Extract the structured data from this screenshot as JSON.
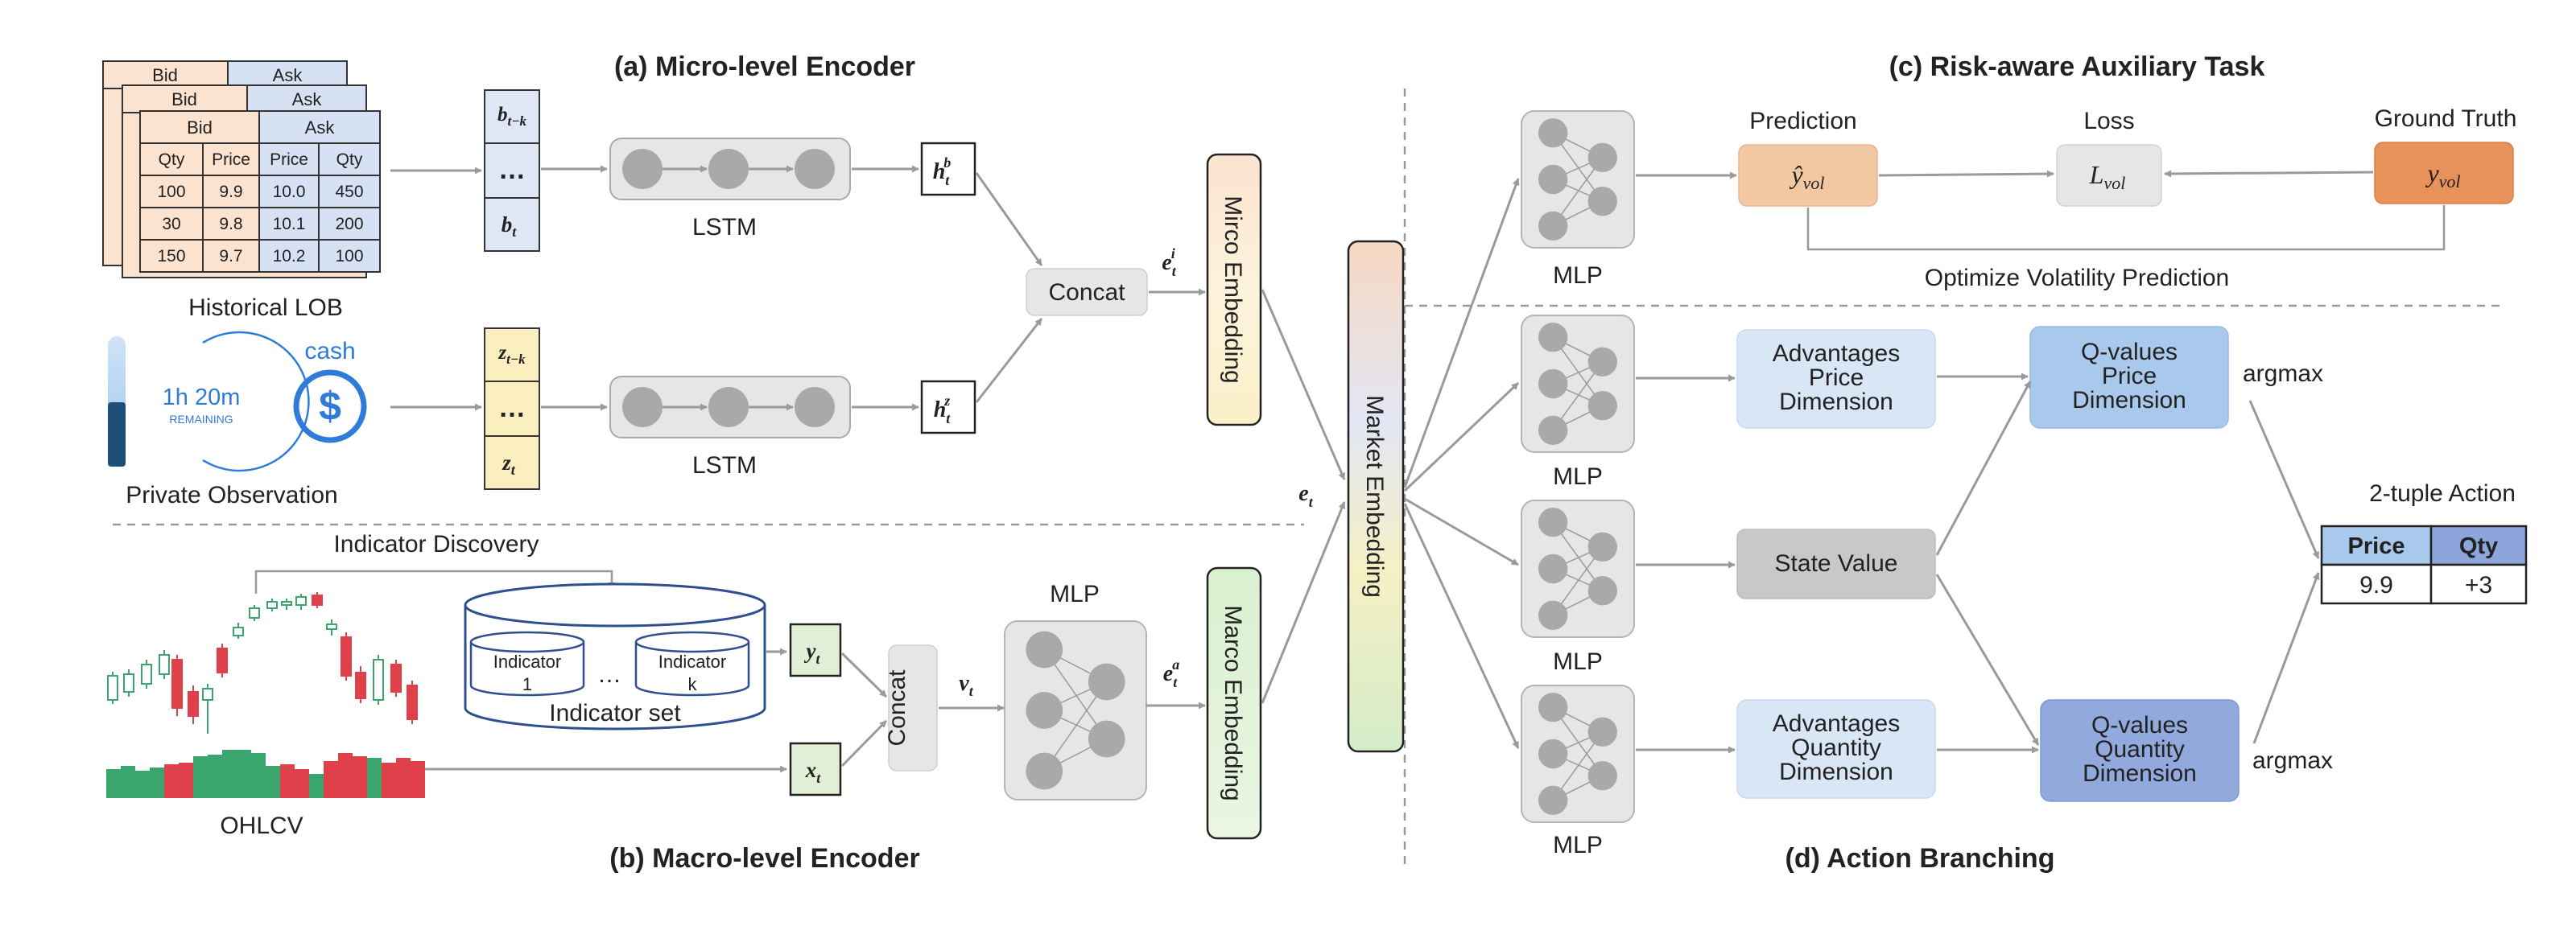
{
  "sections": {
    "micro": "(a) Micro-level Encoder",
    "macro": "(b) Macro-level Encoder",
    "risk": "(c) Risk-aware Auxiliary Task",
    "action": "(d) Action Branching"
  },
  "lob": {
    "bid": "Bid",
    "ask": "Ask",
    "headers": [
      "Qty",
      "Price",
      "Price",
      "Qty"
    ],
    "rows": [
      [
        "100",
        "9.9",
        "10.0",
        "450"
      ],
      [
        "30",
        "9.8",
        "10.1",
        "200"
      ],
      [
        "150",
        "9.7",
        "10.2",
        "100"
      ]
    ],
    "caption": "Historical LOB"
  },
  "private": {
    "timer": "1h 20m",
    "remaining": "REMAINING",
    "cash": "cash",
    "dollar": "$",
    "caption": "Private Observation"
  },
  "seq_b": {
    "top": "b",
    "top_sub": "t−k",
    "dots": "…",
    "bot": "b",
    "bot_sub": "t"
  },
  "seq_z": {
    "top": "z",
    "top_sub": "t−k",
    "dots": "…",
    "bot": "z",
    "bot_sub": "t"
  },
  "lstm": "LSTM",
  "h_b": {
    "base": "h",
    "sub": "t",
    "sup": "b"
  },
  "h_z": {
    "base": "h",
    "sub": "t",
    "sup": "z"
  },
  "concat": "Concat",
  "e_i": {
    "base": "e",
    "sub": "t",
    "sup": "i"
  },
  "e_a": {
    "base": "e",
    "sub": "t",
    "sup": "a"
  },
  "e_t": {
    "base": "e",
    "sub": "t"
  },
  "v_t": {
    "base": "v",
    "sub": "t"
  },
  "y_t": {
    "base": "y",
    "sub": "t"
  },
  "x_t": {
    "base": "x",
    "sub": "t"
  },
  "micro_embedding": "Mirco Embedding",
  "macro_embedding": "Marco Embedding",
  "market_embedding": "Market Embedding",
  "indicator": {
    "discovery": "Indicator Discovery",
    "item1": [
      "Indicator",
      "1"
    ],
    "itemk": [
      "Indicator",
      "k"
    ],
    "dots": "…",
    "set": "Indicator set"
  },
  "ohlcv": "OHLCV",
  "mlp": "MLP",
  "risk": {
    "prediction": "Prediction",
    "loss": "Loss",
    "ground_truth": "Ground Truth",
    "y_hat": {
      "base": "ŷ",
      "sub": "vol"
    },
    "l_vol": {
      "base": "L",
      "sub": "vol"
    },
    "y_vol": {
      "base": "y",
      "sub": "vol"
    },
    "optimize": "Optimize Volatility Prediction"
  },
  "branch": {
    "adv_price": [
      "Advantages",
      "Price",
      "Dimension"
    ],
    "adv_qty": [
      "Advantages",
      "Quantity",
      "Dimension"
    ],
    "state_value": "State Value",
    "q_price": [
      "Q-values",
      "Price",
      "Dimension"
    ],
    "q_qty": [
      "Q-values",
      "Quantity",
      "Dimension"
    ],
    "argmax": "argmax",
    "tuple_title": "2-tuple Action",
    "tuple_headers": [
      "Price",
      "Qty"
    ],
    "tuple_values": [
      "9.9",
      "+3"
    ]
  },
  "colors": {
    "bid": "#fbe3cf",
    "ask": "#d6e1f3",
    "seq_b": "#dfe6f5",
    "seq_z": "#fbefc0",
    "green_box": "#e1efd6",
    "gray_box": "#e6e6e6",
    "cash_blue": "#2f7bd9",
    "pred": "#f2c8a2",
    "gt": "#e8915a",
    "adv": "#d9e6f6",
    "q_price": "#a9c9ec",
    "q_qty": "#92a9dd",
    "state": "#c8c8c8",
    "header_price": "#a9c9ec",
    "header_qty": "#8ea5dc",
    "candle_up": "#3aa66e",
    "candle_down": "#e0404a"
  }
}
